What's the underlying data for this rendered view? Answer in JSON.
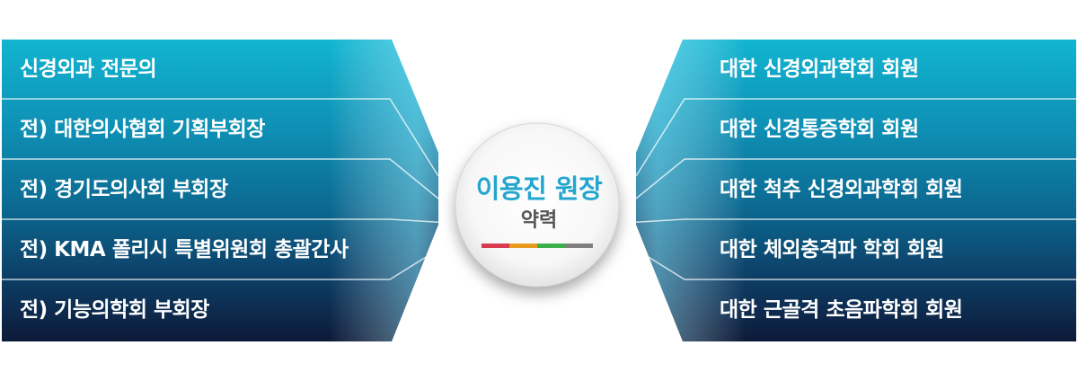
{
  "hub": {
    "title": "이용진 원장",
    "subtitle": "약력",
    "bar_colors": [
      "#d83a4f",
      "#e89a1e",
      "#3cb04a",
      "#7f7f7f"
    ]
  },
  "left_items": [
    {
      "label": "신경외과 전문의"
    },
    {
      "label": "전) 대한의사협회 기획부회장"
    },
    {
      "label": "전) 경기도의사회 부회장"
    },
    {
      "label": "전) KMA 폴리시 특별위원회 총괄간사"
    },
    {
      "label": "전) 기능의학회 부회장"
    }
  ],
  "right_items": [
    {
      "label": "대한 신경외과학회 회원"
    },
    {
      "label": "대한 신경통증학회 회원"
    },
    {
      "label": "대한 척추 신경외과학회 회원"
    },
    {
      "label": "대한 체외충격파 학회 회원"
    },
    {
      "label": "대한 근골격 초음파학회 회원"
    }
  ],
  "colors": {
    "band_light": "#12b3cf",
    "band_dark": "#0e1b38"
  }
}
